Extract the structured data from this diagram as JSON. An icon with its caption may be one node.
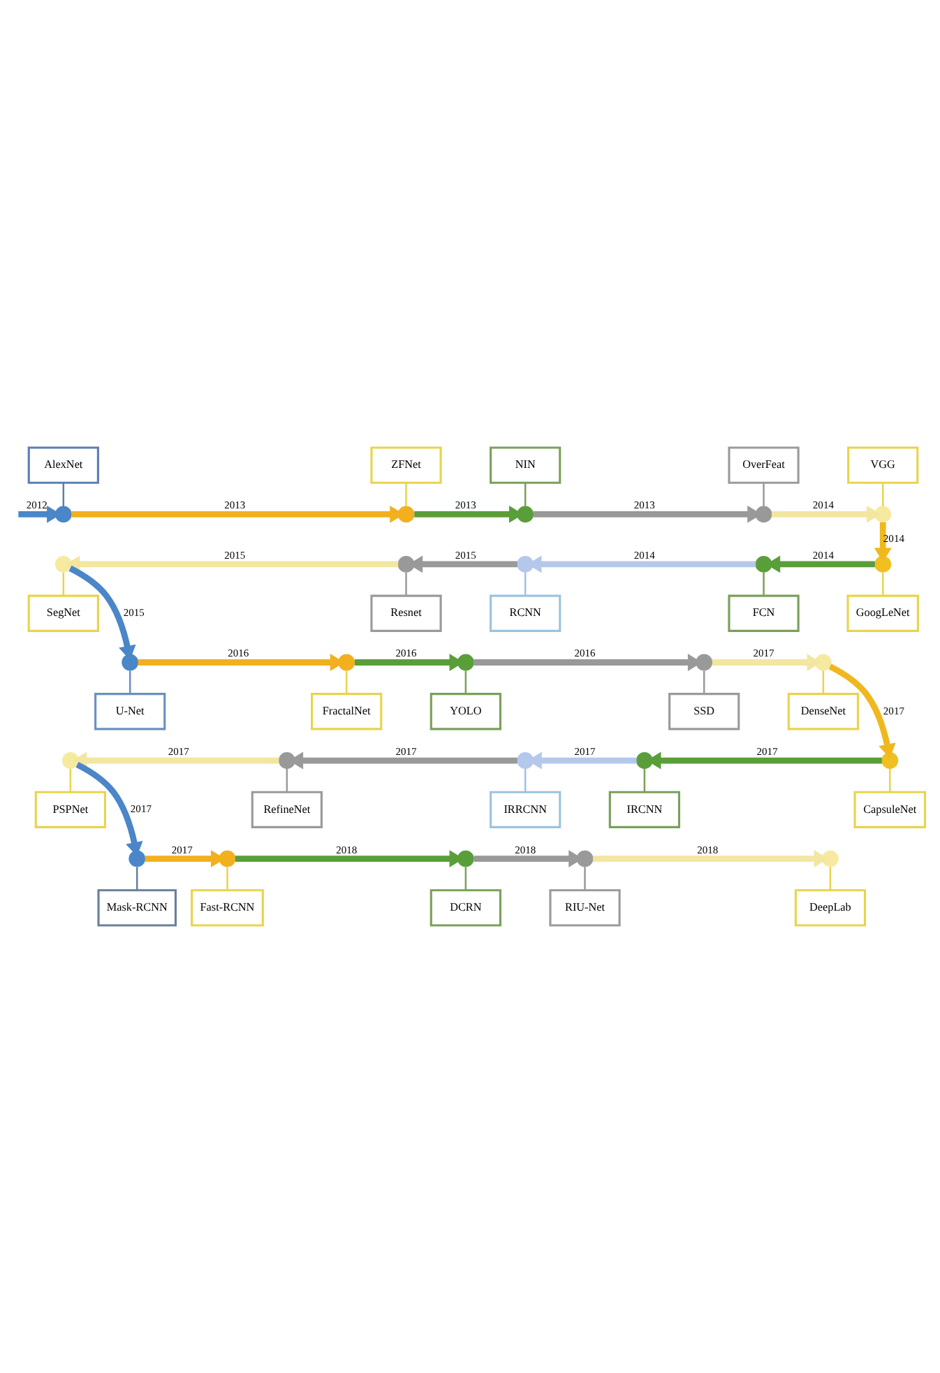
{
  "diagram": {
    "nodes": [
      {
        "text": [
          "AlexNet"
        ]
      },
      {
        "text": [],
        "shape": "circle"
      },
      {
        "text": [
          "ZFNet"
        ]
      },
      {
        "text": [],
        "shape": "circle"
      },
      {
        "text": [
          "NIN"
        ]
      },
      {
        "text": [],
        "shape": "circle"
      },
      {
        "text": [
          "OverFeat"
        ]
      },
      {
        "text": [],
        "shape": "circle"
      },
      {
        "text": [
          "VGG"
        ]
      },
      {
        "text": [],
        "shape": "circle"
      },
      {
        "text": [
          "GoogLeNet"
        ]
      },
      {
        "text": [],
        "shape": "circle"
      },
      {
        "text": [
          "FCN"
        ]
      },
      {
        "text": [],
        "shape": "circle"
      },
      {
        "text": [
          "RCNN"
        ]
      },
      {
        "text": [],
        "shape": "circle"
      },
      {
        "text": [
          "Resnet"
        ]
      },
      {
        "text": [],
        "shape": "circle"
      },
      {
        "text": [
          "SegNet"
        ]
      },
      {
        "text": [],
        "shape": "circle"
      },
      {
        "text": [
          "U-Net"
        ]
      },
      {
        "text": [],
        "shape": "circle"
      },
      {
        "text": [
          "FractalNet"
        ]
      },
      {
        "text": [],
        "shape": "circle"
      },
      {
        "text": [
          "YOLO"
        ]
      },
      {
        "text": [],
        "shape": "circle"
      },
      {
        "text": [
          "SSD"
        ]
      },
      {
        "text": [],
        "shape": "circle"
      },
      {
        "text": [
          "DenseNet"
        ]
      },
      {
        "text": [],
        "shape": "circle"
      },
      {
        "text": [
          "CapsuleNet"
        ]
      },
      {
        "text": [],
        "shape": "circle"
      },
      {
        "text": [
          "IRCNN"
        ]
      },
      {
        "text": [],
        "shape": "circle"
      },
      {
        "text": [
          "IRRCNN"
        ]
      },
      {
        "text": [],
        "shape": "circle"
      },
      {
        "text": [
          "RefineNet"
        ]
      },
      {
        "text": [],
        "shape": "circle"
      },
      {
        "text": [
          "PSPNet"
        ]
      },
      {
        "text": [],
        "shape": "circle"
      },
      {
        "text": [
          "Mask-RCNN"
        ]
      },
      {
        "text": [],
        "shape": "circle"
      },
      {
        "text": [
          "Fast-RCNN"
        ]
      },
      {
        "text": [],
        "shape": "circle"
      },
      {
        "text": [
          "DCRN"
        ]
      },
      {
        "text": [],
        "shape": "circle"
      },
      {
        "text": [
          "RIU-Net"
        ]
      },
      {
        "text": [],
        "shape": "circle"
      },
      {
        "text": [
          "DeepLab"
        ]
      },
      {
        "text": [],
        "shape": "circle"
      }
    ],
    "edges": [
      {
        "from": 0,
        "to": 1,
        "arrow": "none",
        "color": "#5b7fb5"
      },
      {
        "from": 2,
        "to": 3,
        "arrow": "none",
        "color": "#e8d44d"
      },
      {
        "from": 4,
        "to": 5,
        "arrow": "none",
        "color": "#7aa05a"
      },
      {
        "from": 6,
        "to": 7,
        "arrow": "none",
        "color": "#9a9a9a"
      },
      {
        "from": 8,
        "to": 9,
        "arrow": "none",
        "color": "#e8d44d"
      },
      {
        "from": 10,
        "to": 11,
        "arrow": "none",
        "color": "#e8d44d"
      },
      {
        "from": 12,
        "to": 13,
        "arrow": "none",
        "color": "#7aa05a"
      },
      {
        "from": 14,
        "to": 15,
        "arrow": "none",
        "color": "#9cc3e0"
      },
      {
        "from": 16,
        "to": 17,
        "arrow": "none",
        "color": "#9a9a9a"
      },
      {
        "from": 18,
        "to": 19,
        "arrow": "none",
        "color": "#e8d44d"
      },
      {
        "from": 20,
        "to": 21,
        "arrow": "none",
        "color": "#6a90c0"
      },
      {
        "from": 22,
        "to": 23,
        "arrow": "none",
        "color": "#e8d44d"
      },
      {
        "from": 24,
        "to": 25,
        "arrow": "none",
        "color": "#7aa05a"
      },
      {
        "from": 26,
        "to": 27,
        "arrow": "none",
        "color": "#9a9a9a"
      },
      {
        "from": 28,
        "to": 29,
        "arrow": "none",
        "color": "#e8d44d"
      },
      {
        "from": 30,
        "to": 31,
        "arrow": "none",
        "color": "#e8d44d"
      },
      {
        "from": 32,
        "to": 33,
        "arrow": "none",
        "color": "#7aa05a"
      },
      {
        "from": 34,
        "to": 35,
        "arrow": "none",
        "color": "#9cc3e0"
      },
      {
        "from": 36,
        "to": 37,
        "arrow": "none",
        "color": "#9a9a9a"
      },
      {
        "from": 38,
        "to": 39,
        "arrow": "none",
        "color": "#e8d44d"
      },
      {
        "from": 40,
        "to": 41,
        "arrow": "none",
        "color": "#6a7f9a"
      },
      {
        "from": 42,
        "to": 43,
        "arrow": "none",
        "color": "#e8d44d"
      },
      {
        "from": 44,
        "to": 45,
        "arrow": "none",
        "color": "#7aa05a"
      },
      {
        "from": 46,
        "to": 47,
        "arrow": "none",
        "color": "#9a9a9a"
      },
      {
        "from": 48,
        "to": 49,
        "arrow": "none",
        "color": "#e8d44d"
      },
      {
        "from": null,
        "to": 1,
        "arrow": "to",
        "label": "2012",
        "style": "thick",
        "color": "#4a86c8"
      },
      {
        "from": 1,
        "to": 3,
        "arrow": "to",
        "label": "2013",
        "style": "thick",
        "color": "#f2b01e"
      },
      {
        "from": 3,
        "to": 5,
        "arrow": "to",
        "label": "2013",
        "style": "thick",
        "color": "#5a9e3a"
      },
      {
        "from": 5,
        "to": 7,
        "arrow": "to",
        "label": "2013",
        "style": "thick",
        "color": "#999999"
      },
      {
        "from": 7,
        "to": 9,
        "arrow": "to",
        "label": "2014",
        "style": "thick",
        "color": "#f3e6a0"
      },
      {
        "from": 9,
        "to": 11,
        "arrow": "to",
        "label": "2014",
        "style": "thick",
        "color": "#f0b81e"
      },
      {
        "from": 11,
        "to": 13,
        "arrow": "to",
        "label": "2014",
        "style": "thick",
        "color": "#5a9e3a"
      },
      {
        "from": 13,
        "to": 15,
        "arrow": "to",
        "label": "2014",
        "style": "thick",
        "color": "#b4c8ec"
      },
      {
        "from": 15,
        "to": 17,
        "arrow": "to",
        "label": "2015",
        "style": "thick",
        "color": "#999999"
      },
      {
        "from": 17,
        "to": 19,
        "arrow": "to",
        "label": "2015",
        "style": "thick",
        "color": "#f3e6a0"
      },
      {
        "from": 19,
        "to": 21,
        "arrow": "to",
        "label": "2015",
        "style": "thick",
        "color": "#4a86c8"
      },
      {
        "from": 21,
        "to": 23,
        "arrow": "to",
        "label": "2016",
        "style": "thick",
        "color": "#f2b01e"
      },
      {
        "from": 23,
        "to": 25,
        "arrow": "to",
        "label": "2016",
        "style": "thick",
        "color": "#5a9e3a"
      },
      {
        "from": 25,
        "to": 27,
        "arrow": "to",
        "label": "2016",
        "style": "thick",
        "color": "#999999"
      },
      {
        "from": 27,
        "to": 29,
        "arrow": "to",
        "label": "2017",
        "style": "thick",
        "color": "#f3e6a0"
      },
      {
        "from": 29,
        "to": 31,
        "arrow": "to",
        "label": "2017",
        "style": "thick",
        "color": "#f0b81e"
      },
      {
        "from": 31,
        "to": 33,
        "arrow": "to",
        "label": "2017",
        "style": "thick",
        "color": "#5a9e3a"
      },
      {
        "from": 33,
        "to": 35,
        "arrow": "to",
        "label": "2017",
        "style": "thick",
        "color": "#b4c8ec"
      },
      {
        "from": 35,
        "to": 37,
        "arrow": "to",
        "label": "2017",
        "style": "thick",
        "color": "#999999"
      },
      {
        "from": 37,
        "to": 39,
        "arrow": "to",
        "label": "2017",
        "style": "thick",
        "color": "#f3e6a0"
      },
      {
        "from": 39,
        "to": 41,
        "arrow": "to",
        "label": "2017",
        "style": "thick",
        "color": "#4a86c8"
      },
      {
        "from": 41,
        "to": 43,
        "arrow": "to",
        "label": "2017",
        "style": "thick",
        "color": "#f2b01e"
      },
      {
        "from": 43,
        "to": 45,
        "arrow": "to",
        "label": "2018",
        "style": "thick",
        "color": "#5a9e3a"
      },
      {
        "from": 45,
        "to": 47,
        "arrow": "to",
        "label": "2018",
        "style": "thick",
        "color": "#999999"
      },
      {
        "from": 47,
        "to": 49,
        "arrow": "to",
        "label": "2018",
        "style": "thick",
        "color": "#f3e6a0"
      }
    ]
  }
}
